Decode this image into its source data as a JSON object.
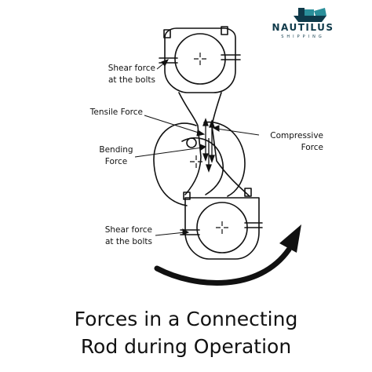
{
  "logo": {
    "name": "NAUTILUS",
    "tagline": "SHIPPING",
    "colors": {
      "dark": "#0f3a4a",
      "teal": "#2a8f9a"
    }
  },
  "labels": {
    "shear_top": [
      "Shear force",
      "at the bolts"
    ],
    "tensile": "Tensile Force",
    "compressive": [
      "Compressive",
      "Force"
    ],
    "bending": [
      "Bending",
      "Force"
    ],
    "shear_bottom": [
      "Shear force",
      "at the bolts"
    ]
  },
  "title": {
    "line1": "Forces in a Connecting",
    "line2": "Rod during Operation"
  }
}
